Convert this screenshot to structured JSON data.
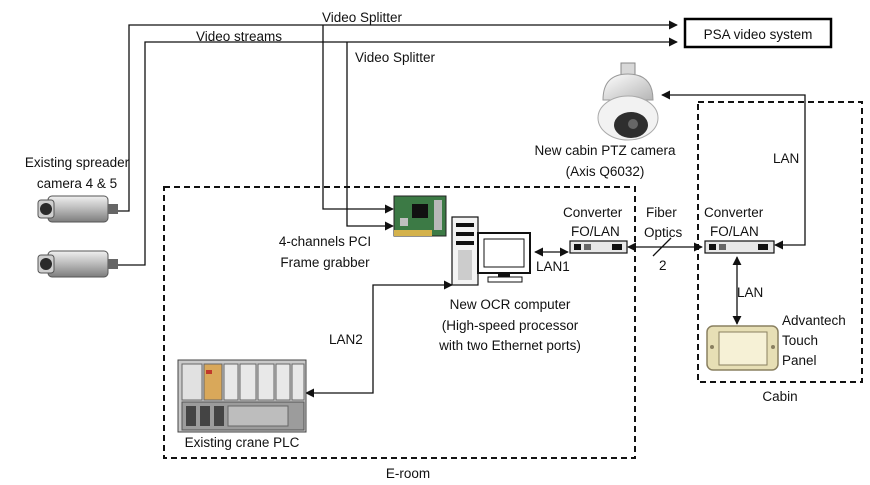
{
  "labels": {
    "video_splitter_top": "Video Splitter",
    "video_streams": "Video streams",
    "video_splitter_second": "Video Splitter",
    "psa_video_system": "PSA video system",
    "ptz_camera_line1": "New cabin PTZ camera",
    "ptz_camera_line2": "(Axis Q6032)",
    "lan_cabin_top": "LAN",
    "spreader_line1": "Existing spreader",
    "spreader_line2": "camera 4 & 5",
    "frame_grabber_line1": "4-channels PCI",
    "frame_grabber_line2": "Frame grabber",
    "converter_left_line1": "Converter",
    "converter_left_line2": "FO/LAN",
    "fiber_line1": "Fiber",
    "fiber_line2": "Optics",
    "fiber_count": "2",
    "converter_right_line1": "Converter",
    "converter_right_line2": "FO/LAN",
    "lan1": "LAN1",
    "lan_cabin_bottom": "LAN",
    "ocr_line1": "New OCR computer",
    "ocr_line2": "(High-speed processor",
    "ocr_line3": "with two Ethernet ports)",
    "lan2": "LAN2",
    "touch_line1": "Advantech",
    "touch_line2": "Touch",
    "touch_line3": "Panel",
    "cabin": "Cabin",
    "plc": "Existing crane PLC",
    "eroom": "E-room"
  }
}
